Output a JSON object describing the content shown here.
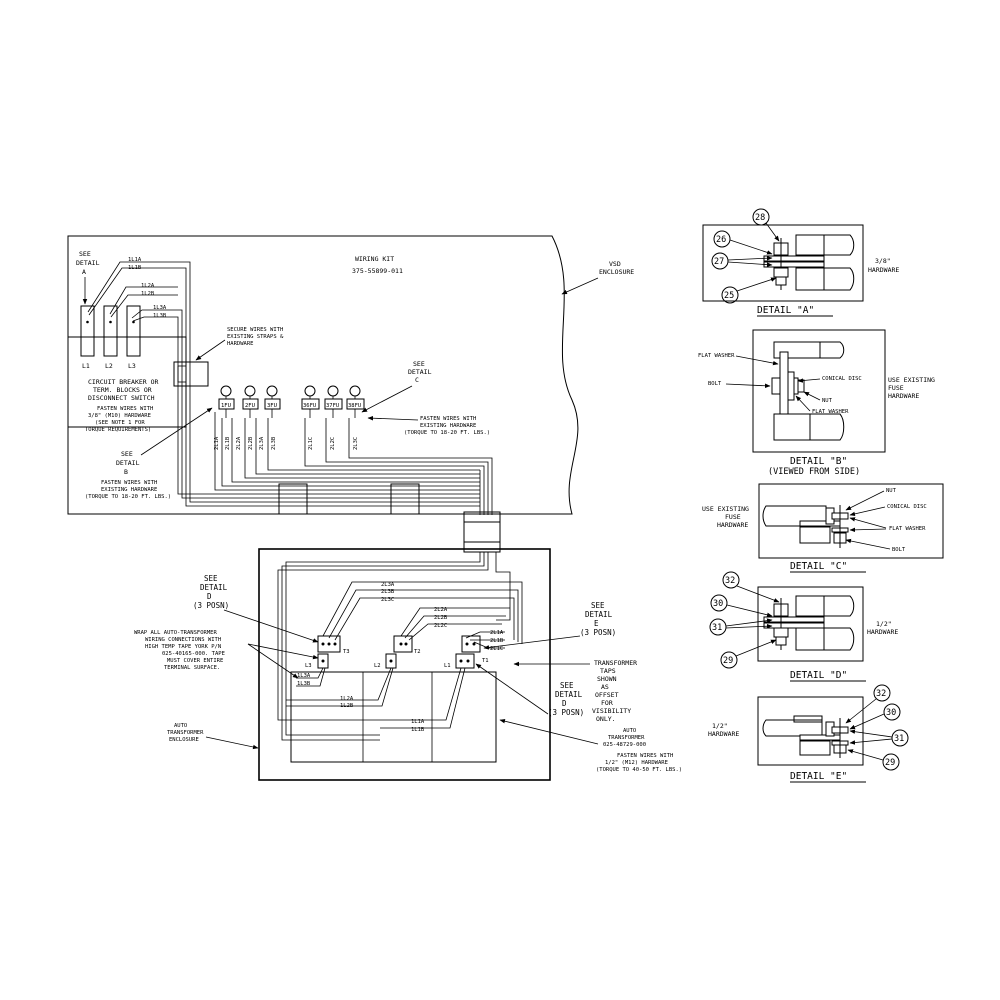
{
  "vsd": {
    "wiring_kit": [
      "WIRING KIT",
      "375-55899-011"
    ],
    "enclosure": [
      "VSD",
      "ENCLOSURE"
    ],
    "see_detail_a": [
      "SEE",
      "DETAIL",
      "A"
    ],
    "wire_1l": [
      "1L1A",
      "1L1B"
    ],
    "wire_2l": [
      "1L2A",
      "1L2B"
    ],
    "wire_3l": [
      "1L3A",
      "1L3B"
    ],
    "breaker_terms": [
      "L1",
      "L2",
      "L3"
    ],
    "breaker_note": [
      "CIRCUIT BREAKER OR",
      "TERM. BLOCKS OR",
      "DISCONNECT SWITCH"
    ],
    "breaker_fasten": [
      "FASTEN WIRES WITH",
      "3/8\" (M10) HARDWARE",
      "(SEE NOTE 1 FOR",
      "TORQUE REQUIREMENTS)"
    ],
    "secure_note": [
      "SECURE WIRES WITH",
      "EXISTING STRAPS &",
      "HARDWARE"
    ],
    "fuses": [
      "1FU",
      "2FU",
      "3FU",
      "36FU",
      "37FU",
      "38FU"
    ],
    "fuse_wires": [
      "2L1A",
      "2L1B",
      "2L2A",
      "2L2B",
      "2L3A",
      "2L3B",
      "2L1C",
      "2L2C",
      "2L3C"
    ],
    "see_detail_c": [
      "SEE",
      "DETAIL",
      "C"
    ],
    "fuse_fasten": [
      "FASTEN WIRES WITH",
      "EXISTING HARDWARE",
      "(TORQUE TO 18-20 FT. LBS.)"
    ],
    "see_detail_b": [
      "SEE",
      "DETAIL",
      "B"
    ],
    "b_fasten": [
      "FASTEN WIRES WITH",
      "EXISTING HARDWARE",
      "(TORQUE TO 18-20 FT. LBS.)"
    ]
  },
  "auto": {
    "see_detail_d": [
      "SEE",
      "DETAIL",
      "D",
      "(3 POSN)"
    ],
    "see_detail_e": [
      "SEE",
      "DETAIL",
      "E",
      "(3 POSN)"
    ],
    "see_detail_d2": [
      "SEE",
      "DETAIL",
      "D",
      "(3 POSN)"
    ],
    "wire_3": [
      "2L3A",
      "2L3B",
      "2L3C"
    ],
    "wire_2": [
      "2L2A",
      "2L2B",
      "2L2C"
    ],
    "wire_1": [
      "2L1A",
      "2L1B",
      "2L1C"
    ],
    "taps": [
      "T3",
      "T2",
      "T1"
    ],
    "lines": [
      "L3",
      "L2",
      "L1"
    ],
    "in_3": [
      "1L3A",
      "1L3B"
    ],
    "in_2": [
      "1L2A",
      "1L2B"
    ],
    "in_1": [
      "1L1A",
      "1L1B"
    ],
    "wrap_note": [
      "WRAP ALL AUTO-TRANSFORMER",
      "WIRING CONNECTIONS WITH",
      "HIGH TEMP TAPE YORK P/N",
      "025-40165-000. TAPE",
      "MUST COVER ENTIRE",
      "TERMINAL SURFACE."
    ],
    "enclosure": [
      "AUTO",
      "TRANSFORMER",
      "ENCLOSURE"
    ],
    "taps_note": [
      "TRANSFORMER",
      "TAPS",
      "SHOWN",
      "AS",
      "OFFSET",
      "FOR",
      "VISIBILITY",
      "ONLY."
    ],
    "transformer": [
      "AUTO",
      "TRANSFORMER",
      "025-48729-000"
    ],
    "fasten": [
      "FASTEN WIRES WITH",
      "1/2\" (M12) HARDWARE",
      "(TORQUE TO 40-50 FT. LBS.)"
    ]
  },
  "details": {
    "a": {
      "title": "DETAIL \"A\"",
      "hardware": [
        "3/8\"",
        "HARDWARE"
      ],
      "items": [
        "28",
        "26",
        "27",
        "25"
      ]
    },
    "b": {
      "title": "DETAIL \"B\"",
      "subtitle": "(VIEWED FROM SIDE)",
      "labels": [
        "FLAT WASHER",
        "BOLT",
        "CONICAL DISC",
        "NUT",
        "FLAT WASHER"
      ],
      "use_existing": [
        "USE EXISTING",
        "FUSE",
        "HARDWARE"
      ]
    },
    "c": {
      "title": "DETAIL \"C\"",
      "use_existing": [
        "USE EXISTING",
        "FUSE",
        "HARDWARE"
      ],
      "labels": [
        "NUT",
        "CONICAL DISC",
        "FLAT WASHER",
        "BOLT"
      ]
    },
    "d": {
      "title": "DETAIL \"D\"",
      "hardware": [
        "1/2\"",
        "HARDWARE"
      ],
      "items": [
        "32",
        "30",
        "31",
        "29"
      ]
    },
    "e": {
      "title": "DETAIL \"E\"",
      "hardware": [
        "1/2\"",
        "HARDWARE"
      ],
      "items": [
        "32",
        "30",
        "31",
        "29"
      ]
    }
  }
}
